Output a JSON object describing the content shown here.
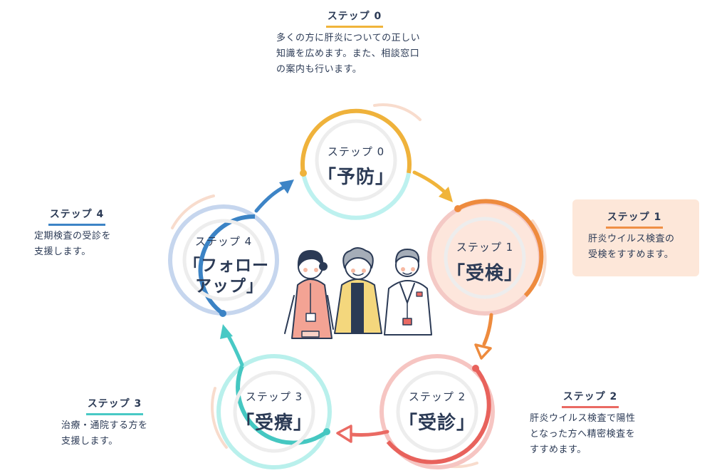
{
  "steps": [
    {
      "id": "s0",
      "label": "ステップ 0",
      "name": "「予防」",
      "color": "#f0b43a",
      "desc_title": "ステップ 0",
      "desc_lines": [
        "多くの方に肝炎についての正しい",
        "知識を広めます。また、相談窓口",
        "の案内も行います。"
      ]
    },
    {
      "id": "s1",
      "label": "ステップ 1",
      "name": "「受検」",
      "color": "#ef8f45",
      "desc_title": "ステップ 1",
      "desc_lines": [
        "肝炎ウイルス検査の",
        "受検をすすめます。"
      ]
    },
    {
      "id": "s2",
      "label": "ステップ 2",
      "name": "「受診」",
      "color": "#ea6a63",
      "desc_title": "ステップ 2",
      "desc_lines": [
        "肝炎ウイルス検査で陽性",
        "となった方へ精密検査を",
        "すすめます。"
      ]
    },
    {
      "id": "s3",
      "label": "ステップ 3",
      "name": "「受療」",
      "color": "#48c9c5",
      "desc_title": "ステップ 3",
      "desc_lines": [
        "治療・通院する方を",
        "支援します。"
      ]
    },
    {
      "id": "s4",
      "label": "ステップ 4",
      "name_lines": [
        "「フォロー",
        "アップ」"
      ],
      "color": "#3d84c6",
      "desc_title": "ステップ 4",
      "desc_lines": [
        "定期検査の受診を",
        "支援します。"
      ]
    }
  ],
  "people": [
    {
      "role": "nurse",
      "shirt": "#f3a394"
    },
    {
      "role": "patient",
      "shirt": "#f4d77d"
    },
    {
      "role": "doctor",
      "shirt": "#ffffff"
    }
  ]
}
